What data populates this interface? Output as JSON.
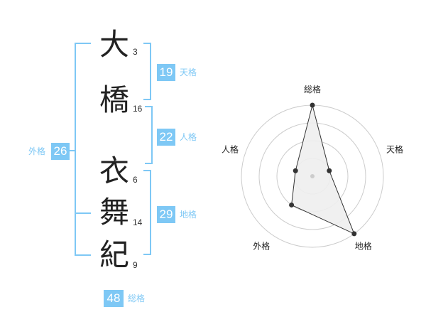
{
  "name_characters": [
    {
      "char": "大",
      "strokes": "3"
    },
    {
      "char": "橋",
      "strokes": "16"
    },
    {
      "char": "衣",
      "strokes": "6"
    },
    {
      "char": "舞",
      "strokes": "14"
    },
    {
      "char": "紀",
      "strokes": "9"
    }
  ],
  "fortune": {
    "tenkaku": {
      "value": "19",
      "label": "天格"
    },
    "jinkaku": {
      "value": "22",
      "label": "人格"
    },
    "chikaku": {
      "value": "29",
      "label": "地格"
    },
    "gaikaku": {
      "value": "26",
      "label": "外格"
    },
    "soukaku": {
      "value": "48",
      "label": "総格"
    }
  },
  "colors": {
    "accent": "#7ec8f5",
    "text": "#222222",
    "grid": "#cccccc",
    "fill": "#eeeeee"
  },
  "chart_data": {
    "type": "radar",
    "axes": [
      "総格",
      "天格",
      "地格",
      "外格",
      "人格"
    ],
    "levels": 4,
    "max": 4,
    "values": [
      4,
      1,
      4,
      2,
      1
    ]
  }
}
